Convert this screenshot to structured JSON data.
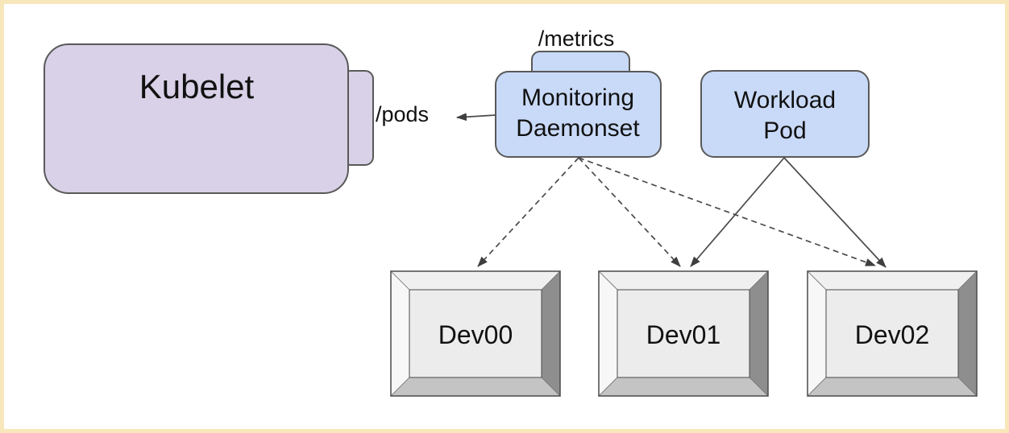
{
  "colors": {
    "frame": "#f7e7ba",
    "node_purple": "#d8d1e7",
    "node_blue": "#c9daf8",
    "node_stroke": "#595959",
    "arrow": "#4a4a4a",
    "device_face": "#ececec",
    "device_bevel_top": "#f0f0f0",
    "device_bevel_left": "#f7f7f7",
    "device_bevel_right": "#8e8e8e",
    "device_bevel_bottom": "#c4c4c4",
    "text": "#111111"
  },
  "nodes": {
    "kubelet": {
      "label": "Kubelet"
    },
    "monitoring": {
      "lines": [
        "Monitoring",
        "Daemonset"
      ]
    },
    "workload": {
      "lines": [
        "Workload",
        "Pod"
      ]
    },
    "devices": [
      {
        "label": "Dev00"
      },
      {
        "label": "Dev01"
      },
      {
        "label": "Dev02"
      }
    ]
  },
  "endpoints": {
    "pods": "/pods",
    "metrics": "/metrics"
  },
  "edges": [
    {
      "from": "monitoring-daemonset",
      "to": "kubelet-/pods",
      "style": "solid-arrow"
    },
    {
      "from": "monitoring-daemonset",
      "to": "Dev00",
      "style": "dashed-arrow"
    },
    {
      "from": "monitoring-daemonset",
      "to": "Dev01",
      "style": "dashed-arrow"
    },
    {
      "from": "monitoring-daemonset",
      "to": "Dev02",
      "style": "dashed-arrow"
    },
    {
      "from": "workload-pod",
      "to": "Dev01",
      "style": "solid-arrow"
    },
    {
      "from": "workload-pod",
      "to": "Dev02",
      "style": "solid-arrow"
    }
  ]
}
